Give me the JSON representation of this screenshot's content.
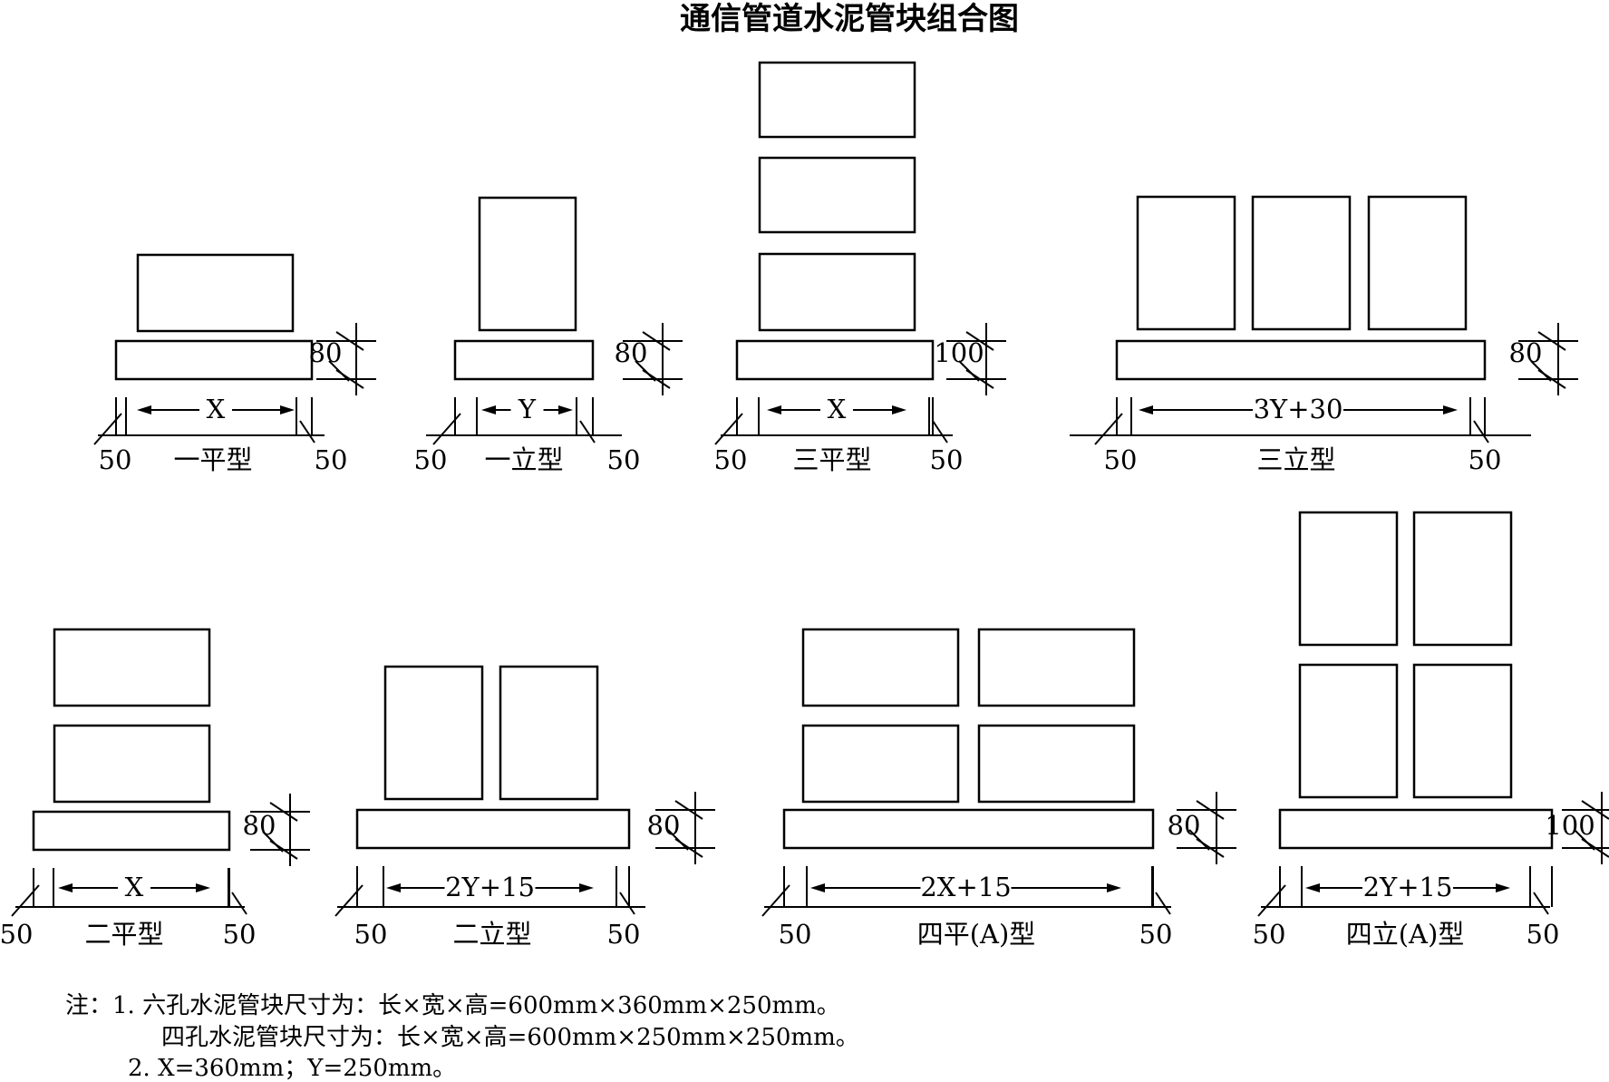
{
  "title": "通信管道水泥管块组合图",
  "colors": {
    "stroke": "#000000",
    "background": "#ffffff"
  },
  "panels": [
    {
      "name": "一平型",
      "cols": 1,
      "rows": 1,
      "orientation": "flat",
      "span_label": "X",
      "height_label": "80",
      "side_left": "50",
      "side_right": "50"
    },
    {
      "name": "一立型",
      "cols": 1,
      "rows": 1,
      "orientation": "upright",
      "span_label": "Y",
      "height_label": "80",
      "side_left": "50",
      "side_right": "50"
    },
    {
      "name": "三平型",
      "cols": 1,
      "rows": 3,
      "orientation": "flat",
      "span_label": "X",
      "height_label": "100",
      "side_left": "50",
      "side_right": "50"
    },
    {
      "name": "三立型",
      "cols": 3,
      "rows": 1,
      "orientation": "upright",
      "span_label": "3Y+30",
      "height_label": "80",
      "side_left": "50",
      "side_right": "50"
    },
    {
      "name": "二平型",
      "cols": 1,
      "rows": 2,
      "orientation": "flat",
      "span_label": "X",
      "height_label": "80",
      "side_left": "50",
      "side_right": "50"
    },
    {
      "name": "二立型",
      "cols": 2,
      "rows": 1,
      "orientation": "upright",
      "span_label": "2Y+15",
      "height_label": "80",
      "side_left": "50",
      "side_right": "50"
    },
    {
      "name": "四平(A)型",
      "cols": 2,
      "rows": 2,
      "orientation": "flat",
      "span_label": "2X+15",
      "height_label": "80",
      "side_left": "50",
      "side_right": "50"
    },
    {
      "name": "四立(A)型",
      "cols": 2,
      "rows": 2,
      "orientation": "upright",
      "span_label": "2Y+15",
      "height_label": "100",
      "side_left": "50",
      "side_right": "50"
    }
  ],
  "notes": {
    "line1": "注：1. 六孔水泥管块尺寸为：长×宽×高=600mm×360mm×250mm。",
    "line2": "四孔水泥管块尺寸为：长×宽×高=600mm×250mm×250mm。",
    "line3": "2. X=360mm；Y=250mm。"
  }
}
